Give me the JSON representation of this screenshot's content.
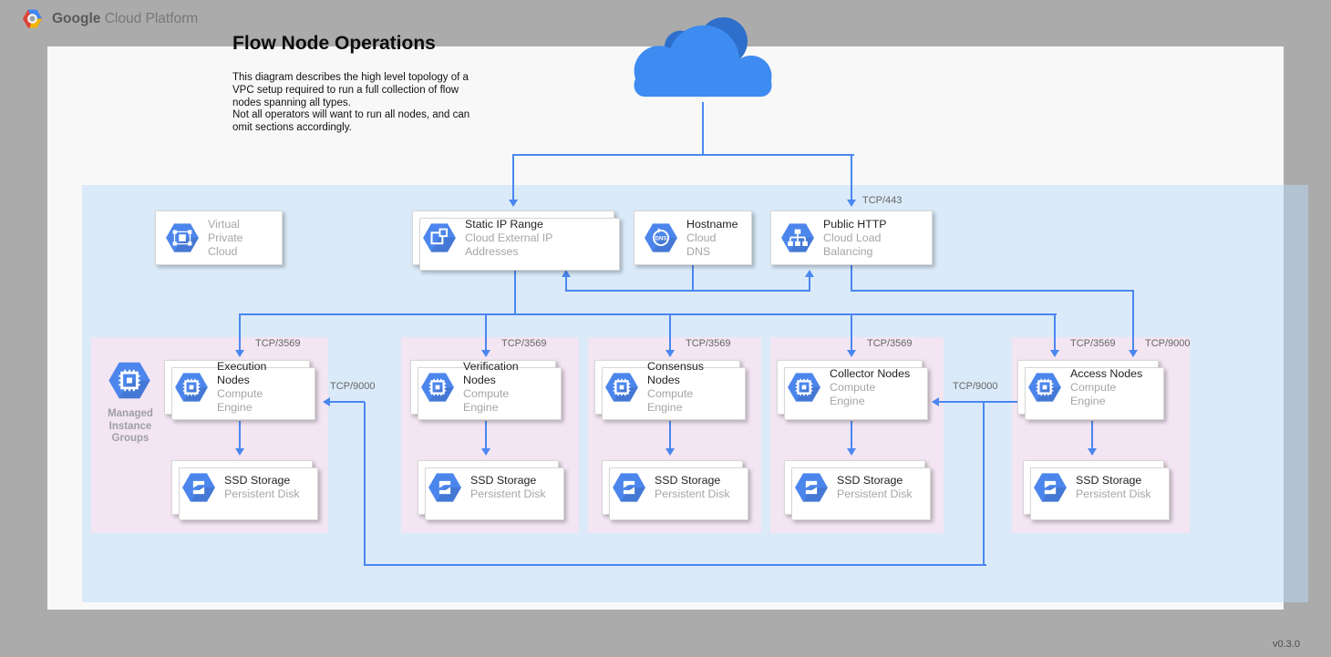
{
  "header": {
    "logo": {
      "bold": "Google",
      "rest": "Cloud Platform",
      "icon": "gcp-logo-hexagon"
    }
  },
  "page": {
    "title": "Flow Node Operations",
    "description": [
      "This diagram describes the high level topology of a VPC setup required to run a full collection of flow nodes spanning all types.",
      "Not all operators will want to run all nodes, and can omit sections accordingly."
    ],
    "version": "v0.3.0"
  },
  "colors": {
    "connector_blue": "#4a87f0",
    "hexagon_blue": "#4c86ec",
    "cloud_front_blue": "#3e8cf1",
    "cloud_back_blue": "#2e6fcc",
    "vpc_fill_blue": "#d9e9f9",
    "node_section_pink": "#f3e5f2",
    "header_gray": "#ababab"
  },
  "topology": {
    "internet": {
      "icon": "cloud-icon"
    },
    "cards": {
      "vpc": {
        "icon": "vpc-icon",
        "lines": [
          "Virtual",
          "Private Cloud"
        ]
      },
      "static_ip": {
        "icon": "external-ip-icon",
        "title": "Static IP Range",
        "subtitle": "Cloud External IP Addresses"
      },
      "hostname": {
        "icon": "dns-icon",
        "title": "Hostname",
        "subtitle": "Cloud DNS"
      },
      "public_http": {
        "icon": "load-balancer-icon",
        "title": "Public HTTP",
        "subtitle": "Cloud Load Balancing"
      }
    },
    "managed_instance_groups": {
      "icon": "instance-group-icon",
      "label_lines": [
        "Managed",
        "Instance",
        "Groups"
      ]
    },
    "sections": [
      {
        "id": "execution",
        "compute": {
          "icon": "compute-engine-icon",
          "title": "Execution Nodes",
          "subtitle": "Compute Engine"
        },
        "storage": {
          "icon": "persistent-disk-icon",
          "title": "SSD Storage",
          "subtitle": "Persistent Disk"
        }
      },
      {
        "id": "verification",
        "compute": {
          "icon": "compute-engine-icon",
          "title": "Verification Nodes",
          "subtitle": "Compute Engine"
        },
        "storage": {
          "icon": "persistent-disk-icon",
          "title": "SSD Storage",
          "subtitle": "Persistent Disk"
        }
      },
      {
        "id": "consensus",
        "compute": {
          "icon": "compute-engine-icon",
          "title": "Consensus Nodes",
          "subtitle": "Compute Engine"
        },
        "storage": {
          "icon": "persistent-disk-icon",
          "title": "SSD Storage",
          "subtitle": "Persistent Disk"
        }
      },
      {
        "id": "collector",
        "compute": {
          "icon": "compute-engine-icon",
          "title": "Collector Nodes",
          "subtitle": "Compute Engine"
        },
        "storage": {
          "icon": "persistent-disk-icon",
          "title": "SSD Storage",
          "subtitle": "Persistent Disk"
        }
      },
      {
        "id": "access",
        "compute": {
          "icon": "compute-engine-icon",
          "title": "Access Nodes",
          "subtitle": "Compute Engine"
        },
        "storage": {
          "icon": "persistent-disk-icon",
          "title": "SSD Storage",
          "subtitle": "Persistent Disk"
        }
      }
    ],
    "port_labels": {
      "https": "TCP/443",
      "node": "TCP/3569",
      "collection": "TCP/9000"
    }
  }
}
